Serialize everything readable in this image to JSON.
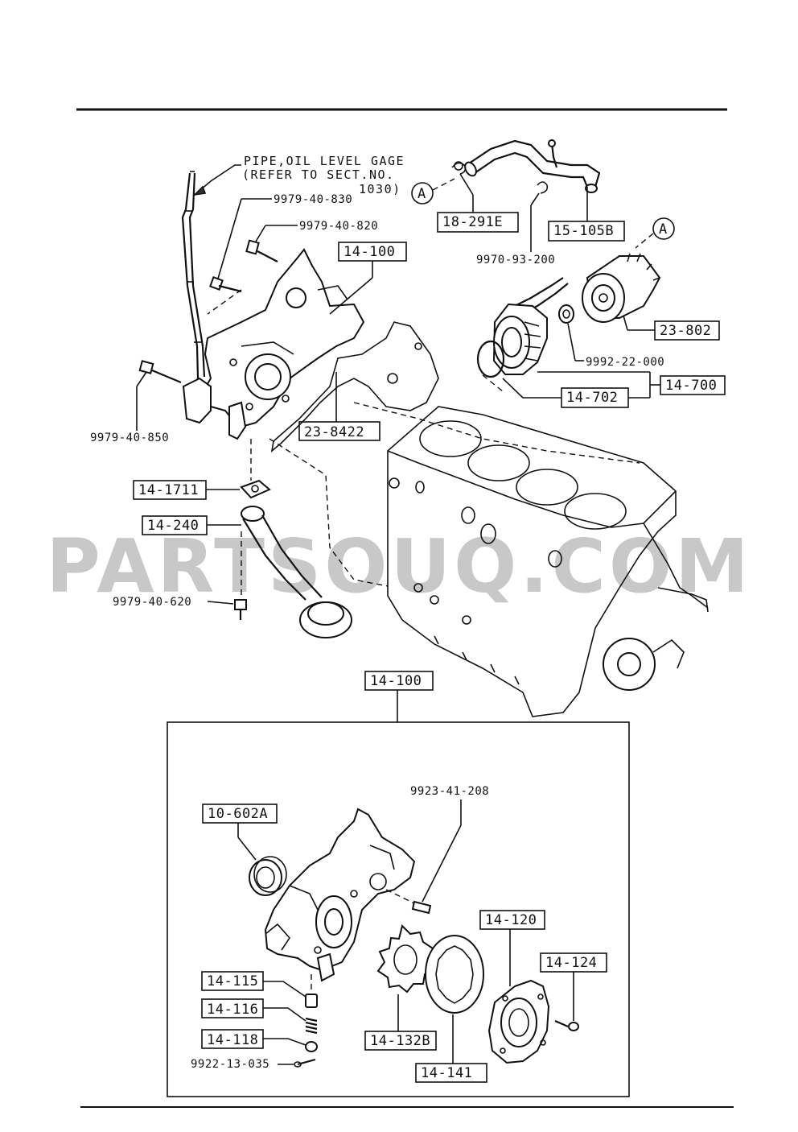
{
  "watermark": "PARTSOUQ.COM",
  "note": {
    "line1": "PIPE,OIL LEVEL GAGE",
    "line2": "(REFER TO SECT.NO.",
    "line3": "1030)"
  },
  "callout_circle_label": "A",
  "boxed_labels": {
    "hose_clip": "18-291E",
    "hose": "15-105B",
    "oil_pump_top": "14-100",
    "oil_filter": "23-802",
    "cooler_oring": "14-702",
    "cooler_assembly": "14-700",
    "pump_gasket": "23-8422",
    "strainer_gasket": "14-1711",
    "strainer": "14-240",
    "oil_pump_detail": "14-100",
    "oil_seal": "10-602A",
    "pump_cover": "14-120",
    "cover_screw": "14-124",
    "relief_plunger": "14-115",
    "relief_spring": "14-116",
    "relief_seat": "14-118",
    "inner_rotor": "14-132B",
    "outer_rotor": "14-141"
  },
  "plain_labels": {
    "bolt_830": "9979-40-830",
    "bolt_820": "9979-40-820",
    "bolt_850": "9979-40-850",
    "bolt_620": "9979-40-620",
    "clip_200": "9970-93-200",
    "washer_000": "9992-22-000",
    "pin_208": "9923-41-208",
    "pin_035": "9922-13-035"
  }
}
